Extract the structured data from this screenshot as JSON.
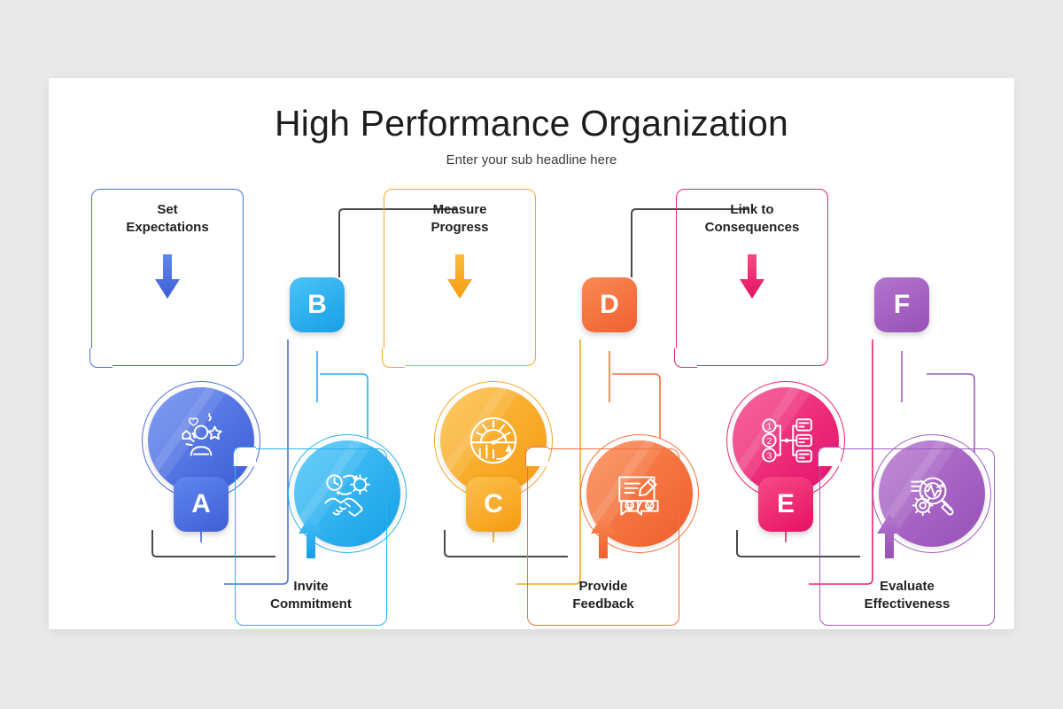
{
  "slide": {
    "title": "High Performance Organization",
    "subtitle": "Enter your sub headline here",
    "background_color": "#e9e9e9",
    "surface_color": "#ffffff"
  },
  "steps": [
    {
      "id": "step-a",
      "letter": "A",
      "label_line1": "Set",
      "label_line2": "Expectations",
      "position": "top",
      "color": "#4a6ee0",
      "color_light": "#5f86ef",
      "color_dark": "#3f5fd6",
      "icon": "person-expectations-icon"
    },
    {
      "id": "step-b",
      "letter": "B",
      "label_line1": "Invite",
      "label_line2": "Commitment",
      "position": "bottom",
      "color": "#2bb0f0",
      "color_light": "#4cc3f7",
      "color_dark": "#159fe6",
      "icon": "handshake-gear-clock-icon"
    },
    {
      "id": "step-c",
      "letter": "C",
      "label_line1": "Measure",
      "label_line2": "Progress",
      "position": "top",
      "color": "#f5a623",
      "color_light": "#fcbb3d",
      "color_dark": "#f59b10",
      "icon": "gauge-chart-icon"
    },
    {
      "id": "step-d",
      "letter": "D",
      "label_line1": "Provide",
      "label_line2": "Feedback",
      "position": "bottom",
      "color": "#f4713b",
      "color_light": "#fa8a53",
      "color_dark": "#f06030",
      "icon": "feedback-form-icon"
    },
    {
      "id": "step-e",
      "letter": "E",
      "label_line1": "Link to",
      "label_line2": "Consequences",
      "position": "top",
      "color": "#ec2470",
      "color_light": "#f64b86",
      "color_dark": "#e61063",
      "icon": "numbered-list-icon"
    },
    {
      "id": "step-f",
      "letter": "F",
      "label_line1": "Evaluate",
      "label_line2": "Effectiveness",
      "position": "bottom",
      "color": "#a05cc0",
      "color_light": "#b375cd",
      "color_dark": "#9850b8",
      "icon": "magnifier-gear-analytics-icon"
    }
  ],
  "connectors": {
    "color": "#4a4a4a",
    "sequence": [
      "A",
      "B",
      "C",
      "D",
      "E",
      "F"
    ]
  },
  "chart_data": {
    "type": "diagram",
    "title": "High Performance Organization",
    "subtitle": "Enter your sub headline here",
    "diagram_kind": "zig-zag process flow",
    "steps": 6,
    "categories": [
      "A",
      "B",
      "C",
      "D",
      "E",
      "F"
    ],
    "labels": [
      "Set Expectations",
      "Invite Commitment",
      "Measure Progress",
      "Provide Feedback",
      "Link to Consequences",
      "Evaluate Effectiveness"
    ],
    "colors": [
      "#4a6ee0",
      "#2bb0f0",
      "#f5a623",
      "#f4713b",
      "#ec2470",
      "#a05cc0"
    ]
  }
}
